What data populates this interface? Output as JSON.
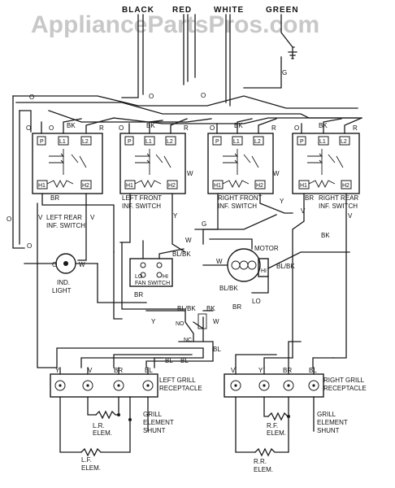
{
  "watermark": "AppliancePartsPros.com",
  "supply_labels": {
    "black": "BLACK",
    "red": "RED",
    "white": "WHITE",
    "green": "GREEN"
  },
  "wire_codes": {
    "orange": "O",
    "green": "G",
    "black": "BK",
    "red": "R",
    "white": "W",
    "brown": "BR",
    "yellow": "Y",
    "violet": "V",
    "blue": "BL",
    "blue_black": "BL/BK",
    "lo": "LO",
    "hi": "HI"
  },
  "switches": [
    {
      "line1": "LEFT REAR",
      "line2": "INF. SWITCH",
      "terminals": [
        "P",
        "L1",
        "L2",
        "H1",
        "H2"
      ]
    },
    {
      "line1": "LEFT FRONT",
      "line2": "INF. SWITCH",
      "terminals": [
        "P",
        "L1",
        "L2",
        "H1",
        "H2"
      ]
    },
    {
      "line1": "RIGHT FRONT",
      "line2": "INF. SWITCH",
      "terminals": [
        "P",
        "L1",
        "L2",
        "H1",
        "H2"
      ]
    },
    {
      "line1": "RIGHT REAR",
      "line2": "INF. SWITCH",
      "terminals": [
        "P",
        "L1",
        "L2",
        "H1",
        "H2"
      ]
    }
  ],
  "ind_light": {
    "line1": "IND.",
    "line2": "LIGHT"
  },
  "motor": {
    "label": "MOTOR"
  },
  "fan_switch": {
    "label": "FAN SWITCH",
    "lo": "LO",
    "hi": "HI"
  },
  "relay": {
    "no": "NO",
    "nc": "NC"
  },
  "receptacles": [
    {
      "line1": "LEFT GRILL",
      "line2": "RECEPTACLE",
      "terminals": [
        "Y",
        "V",
        "BR",
        "BL"
      ]
    },
    {
      "line1": "RIGHT GRILL",
      "line2": "RECEPTACLE",
      "terminals": [
        "V",
        "Y",
        "BR",
        "BL"
      ]
    }
  ],
  "elements": {
    "lr": {
      "line1": "L.R.",
      "line2": "ELEM."
    },
    "lf": {
      "line1": "L.F.",
      "line2": "ELEM."
    },
    "rf": {
      "line1": "R.F.",
      "line2": "ELEM."
    },
    "rr": {
      "line1": "R.R.",
      "line2": "ELEM."
    },
    "shunt": {
      "line1": "GRILL",
      "line2": "ELEMENT",
      "line3": "SHUNT"
    }
  }
}
